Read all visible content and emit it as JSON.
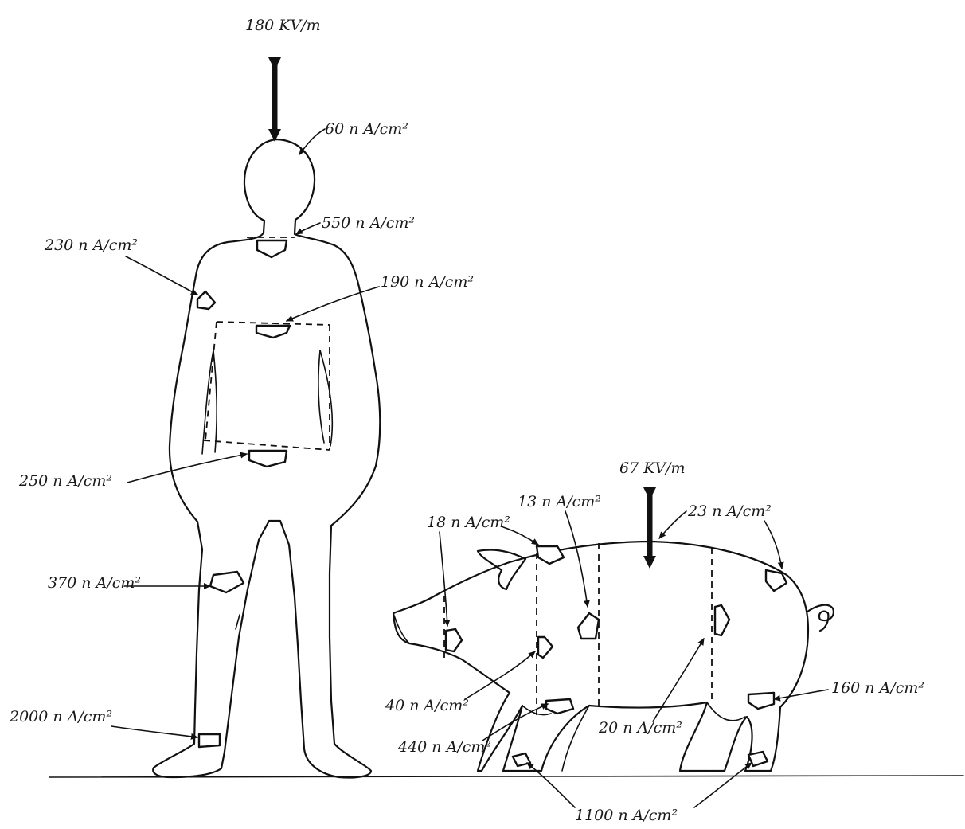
{
  "field_labels": {
    "human": "180 KV/m",
    "pig": "67 KV/m"
  },
  "human_labels": {
    "head": "60 n A/cm²",
    "neck": "550 n A/cm²",
    "arm": "230 n A/cm²",
    "chest": "190 n A/cm²",
    "groin": "250 n A/cm²",
    "knee": "370 n A/cm²",
    "ankle": "2000 n A/cm²"
  },
  "pig_labels": {
    "snout": "18 n A/cm²",
    "shoulder_top": "13 n A/cm²",
    "rump_top": "23 n A/cm²",
    "chest": "40 n A/cm²",
    "front_leg": "440 n A/cm²",
    "belly": "20 n A/cm²",
    "hind_leg": "160 n A/cm²",
    "hooves": "1100 n A/cm²"
  }
}
